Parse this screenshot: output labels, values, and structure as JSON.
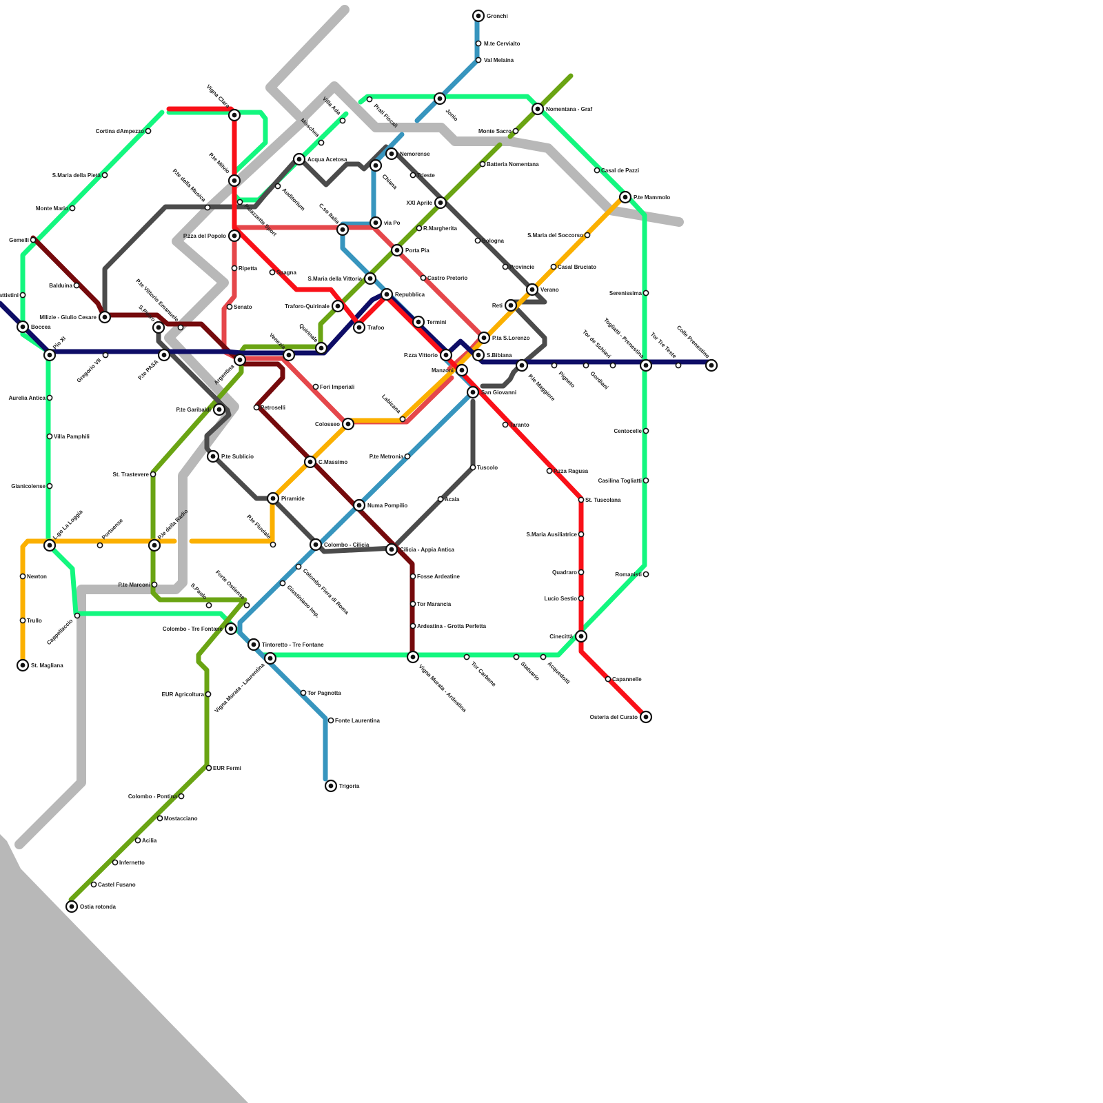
{
  "lines": [
    {
      "id": "green-ring",
      "color": "#13f77f"
    },
    {
      "id": "red",
      "color": "#f91018"
    },
    {
      "id": "light-red",
      "color": "#e5474b"
    },
    {
      "id": "dark-red",
      "color": "#750a0c"
    },
    {
      "id": "navy",
      "color": "#0e0d66"
    },
    {
      "id": "blue",
      "color": "#3795be"
    },
    {
      "id": "olive",
      "color": "#6aa413"
    },
    {
      "id": "orange",
      "color": "#fbb000"
    },
    {
      "id": "dark-grey",
      "color": "#4b4b4b"
    },
    {
      "id": "river",
      "color": "#b8b8b8"
    },
    {
      "id": "sea",
      "color": "#b8b8b8"
    }
  ],
  "stations": [
    {
      "name": "Gronchi"
    },
    {
      "name": "M.te Cervialto"
    },
    {
      "name": "Val Melaina"
    },
    {
      "name": "Jonio"
    },
    {
      "name": "Prati Fiscali"
    },
    {
      "name": "Nomentana - Graf"
    },
    {
      "name": "Monte Sacro"
    },
    {
      "name": "Batteria Nomentana"
    },
    {
      "name": "Casal de Pazzi"
    },
    {
      "name": "P.te Mammolo"
    },
    {
      "name": "S.Maria del Soccorso"
    },
    {
      "name": "Casal Bruciato"
    },
    {
      "name": "Verano"
    },
    {
      "name": "Reti"
    },
    {
      "name": "Provincie"
    },
    {
      "name": "Bologna"
    },
    {
      "name": "XXI Aprile"
    },
    {
      "name": "R.Margherita"
    },
    {
      "name": "Trieste"
    },
    {
      "name": "Nemorense"
    },
    {
      "name": "Chiana"
    },
    {
      "name": "via Po"
    },
    {
      "name": "Porta Pia"
    },
    {
      "name": "Castro Pretorio"
    },
    {
      "name": "Repubblica"
    },
    {
      "name": "Termini"
    },
    {
      "name": "P.zza Vittorio"
    },
    {
      "name": "Manzoni"
    },
    {
      "name": "S.Bibiana"
    },
    {
      "name": "P.ta S.Lorenzo"
    },
    {
      "name": "P.le Maggiore"
    },
    {
      "name": "Pigneto"
    },
    {
      "name": "Gordiani"
    },
    {
      "name": "Tor de Schiavi"
    },
    {
      "name": "Togliatti - Prenestina"
    },
    {
      "name": "Tor Tre Teste"
    },
    {
      "name": "Colle Prenestino"
    },
    {
      "name": "Serenissima"
    },
    {
      "name": "Centocelle"
    },
    {
      "name": "Casilina Togliatti"
    },
    {
      "name": "Romanisti"
    },
    {
      "name": "San Giovanni"
    },
    {
      "name": "Taranto"
    },
    {
      "name": "P.zza Ragusa"
    },
    {
      "name": "St. Tuscolana"
    },
    {
      "name": "S.Maria Ausiliatrice"
    },
    {
      "name": "Quadraro"
    },
    {
      "name": "Lucio Sestio"
    },
    {
      "name": "Cinecittà"
    },
    {
      "name": "Capannelle"
    },
    {
      "name": "Osteria del Curato"
    },
    {
      "name": "Tuscolo"
    },
    {
      "name": "Acaia"
    },
    {
      "name": "P.te Metronia"
    },
    {
      "name": "Numa Pompilio"
    },
    {
      "name": "Labicana"
    },
    {
      "name": "Colosseo"
    },
    {
      "name": "Fori Imperiali"
    },
    {
      "name": "C.Massimo"
    },
    {
      "name": "Cilicia - Appia Antica"
    },
    {
      "name": "Fosse Ardeatine"
    },
    {
      "name": "Tor Marancia"
    },
    {
      "name": "Ardeatina - Grotta Perfetta"
    },
    {
      "name": "Vigna Murata - Ardeatina"
    },
    {
      "name": "Tor Carbone"
    },
    {
      "name": "Statuario"
    },
    {
      "name": "Acquedotti"
    },
    {
      "name": "Colombo - Cilicia"
    },
    {
      "name": "Colombo Fiera di Roma"
    },
    {
      "name": "Giustiniano Imp."
    },
    {
      "name": "Piramide"
    },
    {
      "name": "P.te Fluviale"
    },
    {
      "name": "P.te Sublicio"
    },
    {
      "name": "Petroselli"
    },
    {
      "name": "Venezia"
    },
    {
      "name": "Quirinale"
    },
    {
      "name": "Trafoo"
    },
    {
      "name": "Traforo-Quirinale"
    },
    {
      "name": "S.Maria della Vittoria"
    },
    {
      "name": "C.so Italia"
    },
    {
      "name": "Spagna"
    },
    {
      "name": "Ripetta"
    },
    {
      "name": "Senato"
    },
    {
      "name": "P.zza del Popolo"
    },
    {
      "name": "Palazzetto Sport"
    },
    {
      "name": "Auditorium"
    },
    {
      "name": "Acqua Acetosa"
    },
    {
      "name": "Moschea"
    },
    {
      "name": "Villa Ada"
    },
    {
      "name": "P.te della Musica"
    },
    {
      "name": "P.te Milvio"
    },
    {
      "name": "Vigna Clara"
    },
    {
      "name": "Cortina dAmpezzo"
    },
    {
      "name": "S.Maria della Pietà"
    },
    {
      "name": "Monte Mario"
    },
    {
      "name": "Gemelli"
    },
    {
      "name": "Balduina"
    },
    {
      "name": "Battistini"
    },
    {
      "name": "Boccea"
    },
    {
      "name": "Mllizie - Giulio Cesare"
    },
    {
      "name": "P.te Vittorio Emanuele"
    },
    {
      "name": "S.Pietro"
    },
    {
      "name": "P.te PASA"
    },
    {
      "name": "Gregorio VII"
    },
    {
      "name": "Pio XI"
    },
    {
      "name": "Argentina"
    },
    {
      "name": "P.te Garibaldi"
    },
    {
      "name": "St. Trastevere"
    },
    {
      "name": "Aurelia Antica"
    },
    {
      "name": "Villa Pamphili"
    },
    {
      "name": "Gianicolense"
    },
    {
      "name": "L.go La Loggia"
    },
    {
      "name": "Portuense"
    },
    {
      "name": "P.le della Radio"
    },
    {
      "name": "P.te Marconi"
    },
    {
      "name": "Newton"
    },
    {
      "name": "Trullo"
    },
    {
      "name": "St. Magliana"
    },
    {
      "name": "Cappellaccio"
    },
    {
      "name": "S.Paolo"
    },
    {
      "name": "Forte Ostiense"
    },
    {
      "name": "Colombo - Tre Fontane"
    },
    {
      "name": "Tintoretto - Tre Fontane"
    },
    {
      "name": "Vigna Murata - Laurentina"
    },
    {
      "name": "Tor Pagnotta"
    },
    {
      "name": "Fonte Laurentina"
    },
    {
      "name": "Trigoria"
    },
    {
      "name": "EUR Agricoltura"
    },
    {
      "name": "EUR Fermi"
    },
    {
      "name": "Colombo - Pontina"
    },
    {
      "name": "Mostacciano"
    },
    {
      "name": "Acilia"
    },
    {
      "name": "Infernetto"
    },
    {
      "name": "Castel Fusano"
    },
    {
      "name": "Ostia rotonda"
    }
  ]
}
